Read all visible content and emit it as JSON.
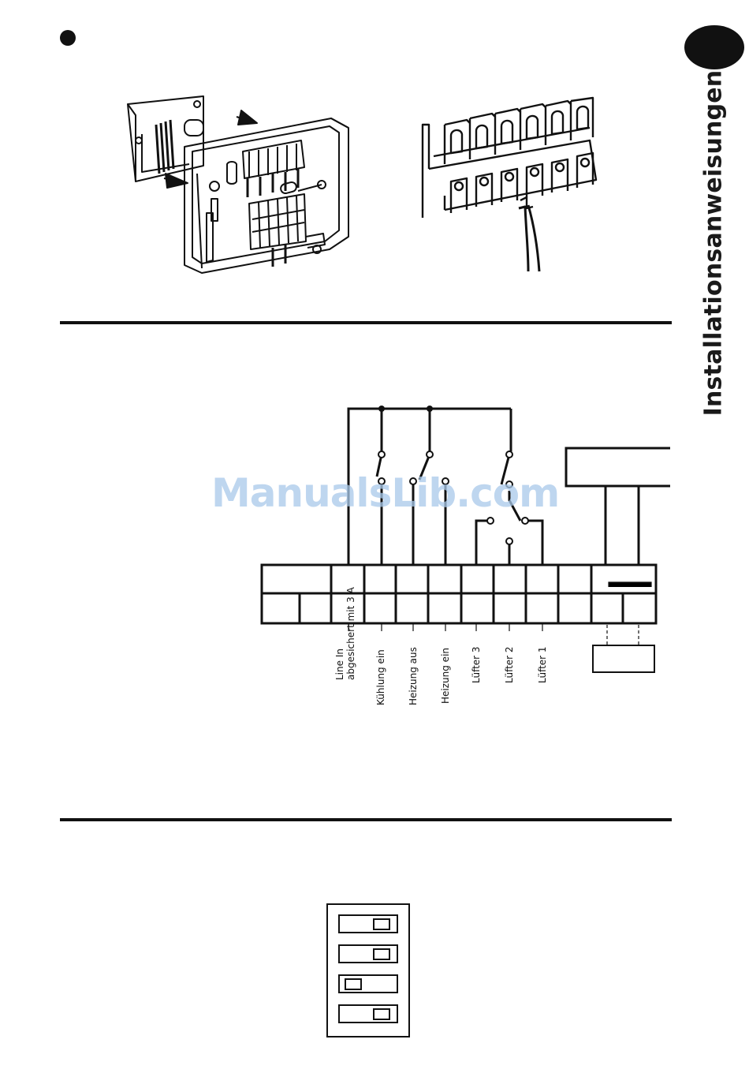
{
  "side_title": "Installationsanweisungen",
  "watermark": "ManualsLib.com",
  "terminal_labels": [
    {
      "id": "line-in",
      "lines": [
        "Line In",
        "abgesichert mit 3 A"
      ]
    },
    {
      "id": "kuehlung-ein",
      "lines": [
        "Kühlung ein"
      ]
    },
    {
      "id": "heizung-aus",
      "lines": [
        "Heizung aus"
      ]
    },
    {
      "id": "heizung-ein",
      "lines": [
        "Heizung ein"
      ]
    },
    {
      "id": "luefter-3",
      "lines": [
        "Lüfter 3"
      ]
    },
    {
      "id": "luefter-2",
      "lines": [
        "Lüfter 2"
      ]
    },
    {
      "id": "luefter-1",
      "lines": [
        "Lüfter 1"
      ]
    }
  ],
  "dip_switches": [
    {
      "position": "right"
    },
    {
      "position": "right"
    },
    {
      "position": "left"
    },
    {
      "position": "right"
    }
  ]
}
